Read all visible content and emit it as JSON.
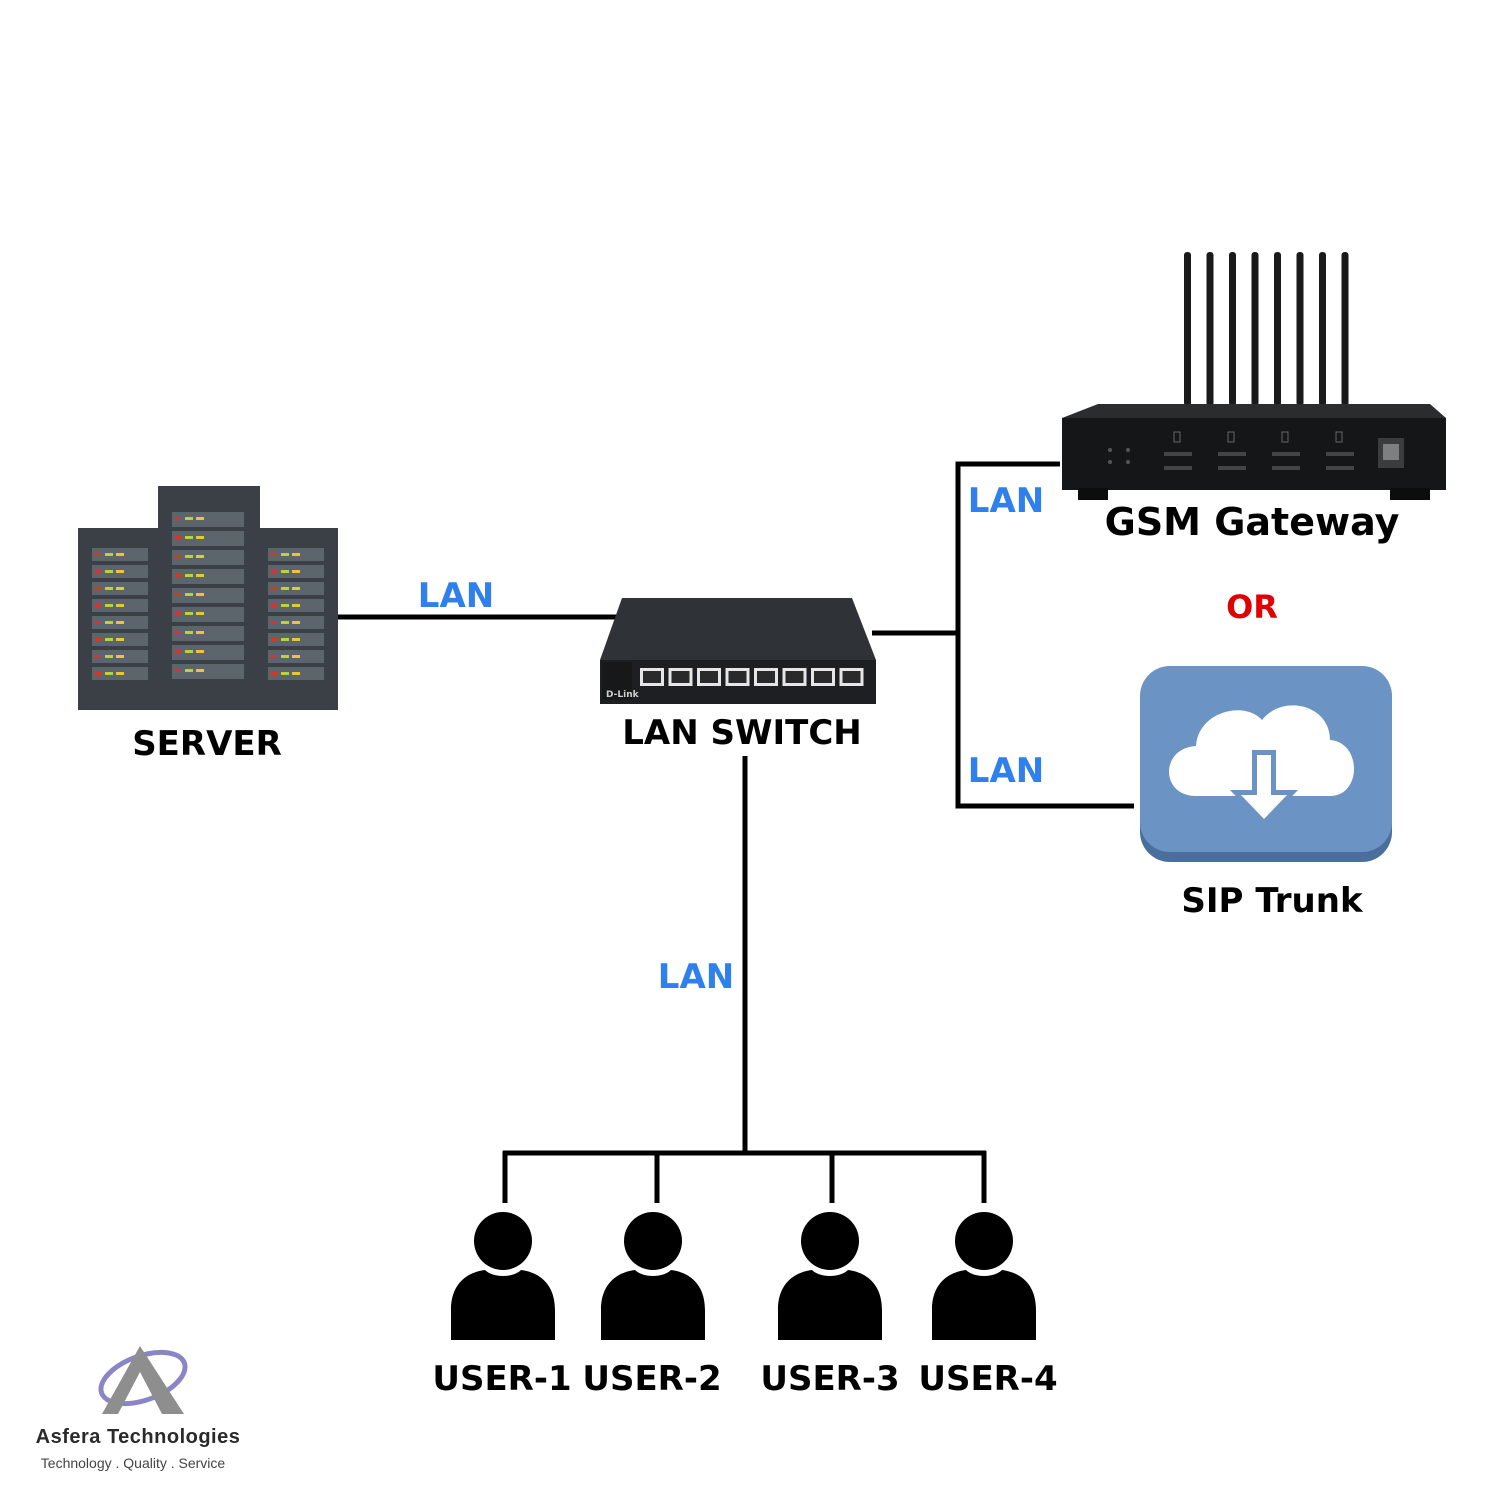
{
  "colors": {
    "lan_label": "#2f80ed",
    "or_label": "#e00000",
    "line": "#000000",
    "server_body": "#3a4046",
    "sip_tile": "#6b93c4",
    "user": "#000000"
  },
  "nodes": {
    "server": {
      "label": "SERVER",
      "icon": "server-rack-icon"
    },
    "lan_switch": {
      "label": "LAN SWITCH",
      "icon": "network-switch-icon"
    },
    "gsm_gateway": {
      "label": "GSM Gateway",
      "icon": "gsm-gateway-icon"
    },
    "sip_trunk": {
      "label": "SIP Trunk",
      "icon": "cloud-download-icon"
    },
    "users": [
      {
        "label": "USER-1",
        "icon": "user-icon"
      },
      {
        "label": "USER-2",
        "icon": "user-icon"
      },
      {
        "label": "USER-3",
        "icon": "user-icon"
      },
      {
        "label": "USER-4",
        "icon": "user-icon"
      }
    ]
  },
  "connections": {
    "server_to_switch": "LAN",
    "switch_to_gsm": "LAN",
    "switch_to_sip": "LAN",
    "switch_to_users": "LAN"
  },
  "alternative_label": "OR",
  "brand": {
    "name": "Asfera Technologies",
    "tagline": "Technology . Quality . Service",
    "logo_icon": "asfera-logo-icon"
  }
}
